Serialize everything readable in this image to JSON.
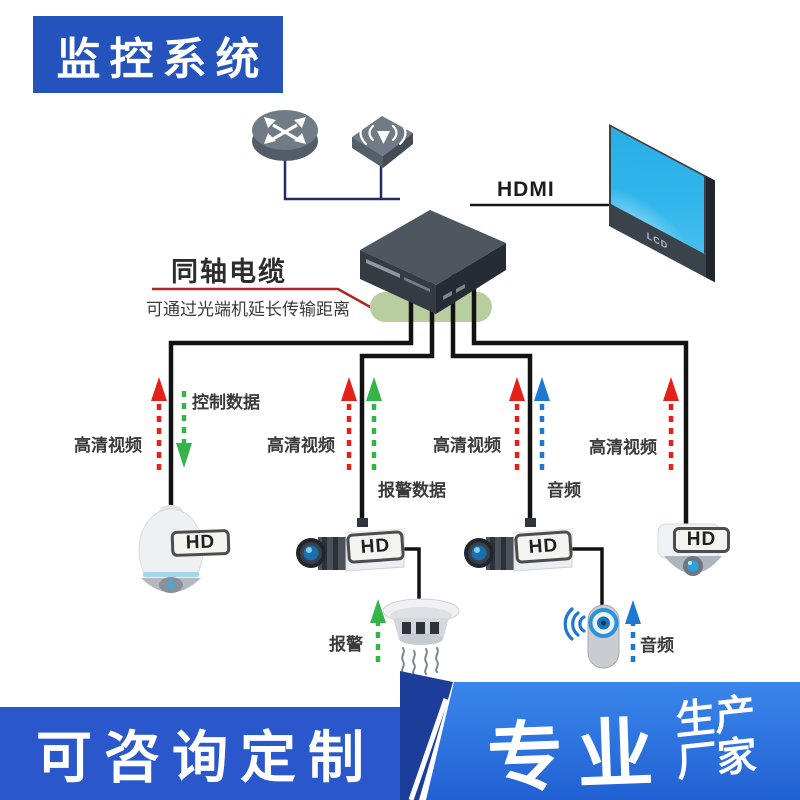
{
  "header": {
    "title": "监控系统"
  },
  "diagram": {
    "hdmi_label": "HDMI",
    "monitor_label": "LCD",
    "coax_title": "同轴电缆",
    "coax_note": "可通过光端机延长传输距离",
    "hd_badge": "HD",
    "flow_hd_video": "高清视频",
    "flow_control": "控制数据",
    "flow_alarm_data": "报警数据",
    "flow_audio": "音频",
    "flow_alarm": "报警",
    "flow_audio_accessory": "音频",
    "icons": [
      "router-icon",
      "wireless-ap-icon",
      "dvr-icon",
      "lcd-monitor-icon",
      "dome-camera-icon",
      "bullet-camera-icon",
      "mini-dome-camera-icon",
      "smoke-detector-icon",
      "audio-pickup-icon"
    ]
  },
  "footer": {
    "left_banner": "可咨询定制",
    "right_headline": "专业",
    "right_sub_top": "生产",
    "right_sub_bottom": "厂家"
  },
  "colors": {
    "banner_blue": "#2453bd",
    "footer_left_blue": "#2a58cc",
    "footer_right_gradient_top": "#3a86ec",
    "footer_right_gradient_bottom": "#2161d2",
    "footer_navy": "#1d3d9a",
    "arrow_red": "#e32119",
    "arrow_green": "#33b54a",
    "arrow_blue": "#1e78d2",
    "cable_black": "#121212",
    "extender_pill_green": "#b8cda0",
    "annotation_red_line": "#b32424",
    "monitor_screen_blue": "#2aaee6",
    "device_gray": "#707b85"
  }
}
